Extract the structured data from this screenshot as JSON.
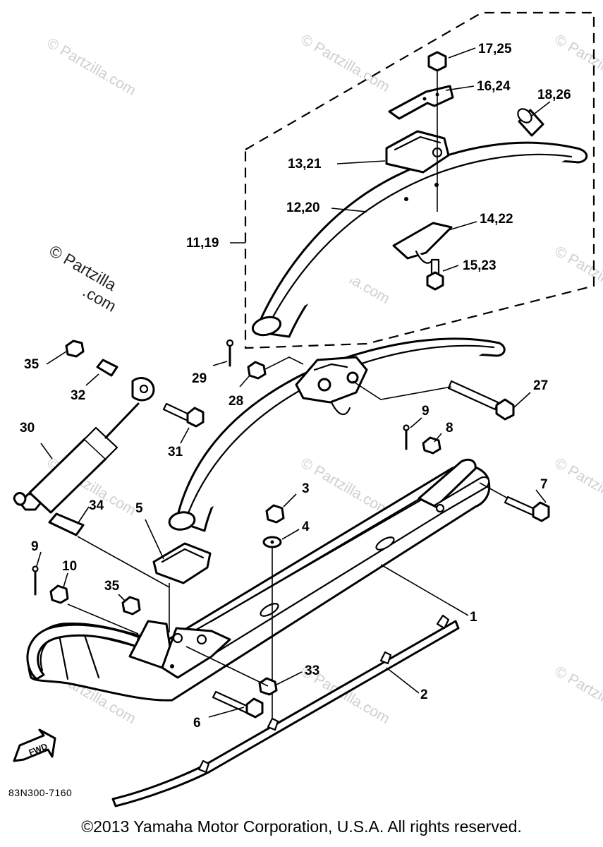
{
  "watermark": {
    "text": "© Partzilla.com",
    "line1": "© Partzilla",
    "line2": ".com"
  },
  "callouts": {
    "c1": "1",
    "c2": "2",
    "c3": "3",
    "c4": "4",
    "c5": "5",
    "c6": "6",
    "c7": "7",
    "c8": "8",
    "c9a": "9",
    "c9b": "9",
    "c10": "10",
    "c11_19": "11,19",
    "c12_20": "12,20",
    "c13_21": "13,21",
    "c14_22": "14,22",
    "c15_23": "15,23",
    "c16_24": "16,24",
    "c17_25": "17,25",
    "c18_26": "18,26",
    "c27": "27",
    "c28": "28",
    "c29": "29",
    "c30": "30",
    "c31": "31",
    "c32": "32",
    "c33": "33",
    "c34": "34",
    "c35a": "35",
    "c35b": "35"
  },
  "fwd_label": "FWD",
  "diagram_code": "83N300-7160",
  "copyright": "©2013 Yamaha Motor Corporation, U.S.A. All rights reserved."
}
